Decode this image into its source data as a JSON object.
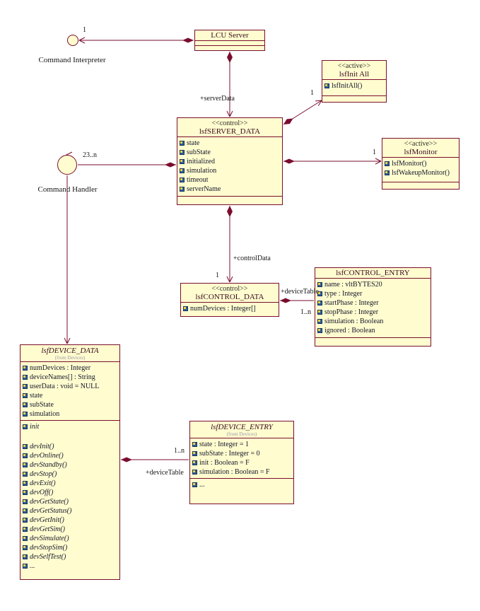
{
  "diagram": {
    "background": "#ffffff",
    "line_color": "#7a0d2d",
    "box_fill": "#fffdcf",
    "box_border": "#7a0d2d"
  },
  "actors": {
    "command_interpreter": {
      "label": "Command Interpreter"
    },
    "command_handler": {
      "label": "Command Handler"
    }
  },
  "classes": {
    "lcu_server": {
      "name": "LCU Server"
    },
    "lsf_init_all": {
      "stereotype": "<<active>>",
      "name": "lsfInit All",
      "operations": [
        "lsfInitAll()"
      ]
    },
    "lsf_server_data": {
      "stereotype": "<<control>>",
      "name": "lsfSERVER_DATA",
      "attributes": [
        "state",
        "subState",
        "initialized",
        "simulation",
        "timeout",
        "serverName"
      ]
    },
    "lsf_monitor": {
      "stereotype": "<<active>>",
      "name": "lsfMonitor",
      "operations": [
        "lsfMonitor()",
        "lsfWakeupMonitor()"
      ]
    },
    "lsf_control_data": {
      "stereotype": "<<control>>",
      "name": "lsfCONTROL_DATA",
      "attributes": [
        "numDevices : Integer[]"
      ]
    },
    "lsf_control_entry": {
      "name": "lsfCONTROL_ENTRY",
      "attributes": [
        "name : vltBYTES20",
        "type : Integer",
        "startPhase : Integer",
        "stopPhase : Integer",
        "simulation : Boolean",
        "ignored : Boolean"
      ]
    },
    "lsf_device_data": {
      "name": "lsfDEVICE_DATA",
      "package": "(from Devices)",
      "attributes": [
        "numDevices : Integer",
        "deviceNames[] : String",
        "userData : void = NULL",
        "state",
        "subState",
        "simulation"
      ],
      "operations": [
        "init",
        "devInit()",
        "devOnline()",
        "devStandby()",
        "devStop()",
        "devExit()",
        "devOff()",
        "devGetState()",
        "devGetStatus()",
        "devGetInit()",
        "devGetSim()",
        "devSimulate()",
        "devStopSim()",
        "devSelfTest()",
        "..."
      ]
    },
    "lsf_device_entry": {
      "name": "lsfDEVICE_ENTRY",
      "package": "(from Devices)",
      "attributes": [
        "state : Integer = 1",
        "subState : Integer = 0",
        "init : Boolean = F",
        "simulation : Boolean = F"
      ],
      "operations": [
        "..."
      ]
    }
  },
  "edge_labels": {
    "interpreter_mult": "1",
    "server_data_role": "+serverData",
    "init_all_mult": "1",
    "monitor_mult": "1",
    "handler_mult": "23..n",
    "control_data_role": "+controlData",
    "control_data_mult": "1",
    "control_table_role": "+deviceTable",
    "control_table_mult": "1..n",
    "device_table_role": "+deviceTable",
    "device_table_mult": "1..n"
  }
}
